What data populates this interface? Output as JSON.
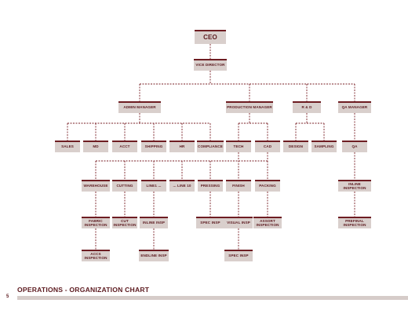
{
  "chart": {
    "ceo": "CEO",
    "vice_director": "VICE DIRECTOR",
    "managers": [
      "ADMIN MANAGER",
      "PRODUCTION MANAGER",
      "R & D",
      "QA MANAGER"
    ],
    "admin_depts": [
      "SALES",
      "MD",
      "ACCT",
      "SHIPPING",
      "HR",
      "COMPLIANCE"
    ],
    "prod_depts": [
      "TECH",
      "CAD"
    ],
    "rnd_depts": [
      "DESIGN",
      "SAMPLING"
    ],
    "qa_dept": "QA",
    "production_lines": [
      "WAREHOUSE",
      "CUTTING",
      "LINE1 ...",
      "... LINE 10",
      "PRESSING",
      "FINISH",
      "PACKING"
    ],
    "qa_inline": "INLINE\nINSPECTION",
    "level5": [
      "FABRIC\nINSPECTION",
      "CUT\nINSPECTION",
      "INLINE INSP",
      "SPEC INSP",
      "VISUAL INSP",
      "ASSORT\nINSPECTION",
      "PREFINAL\nINSPECTION"
    ],
    "level6": [
      "ACCS\nINSPECTION",
      "ENDLINE INSP",
      "SPEC INSP"
    ]
  },
  "footer": {
    "page_number": "5",
    "title": "OPERATIONS  -  ORGANIZATION CHART"
  },
  "colors": {
    "box_fill": "#d9cfcc",
    "accent": "#6e1d22",
    "text": "#5c1a1f",
    "footer_bar": "#d6ccc9"
  }
}
